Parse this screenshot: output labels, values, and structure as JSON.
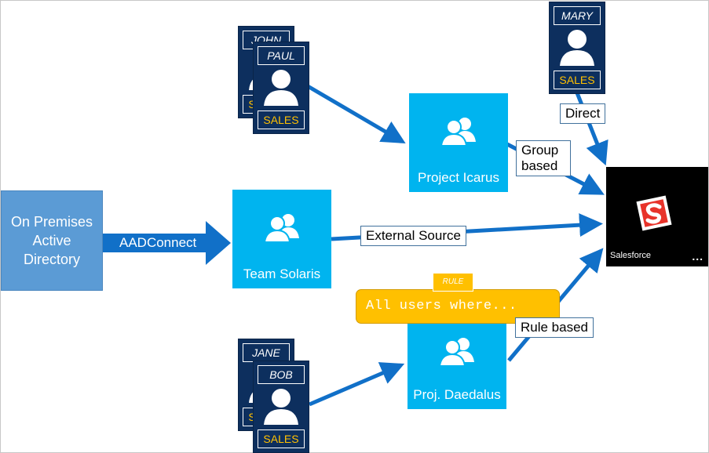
{
  "source": {
    "lines": [
      "On Premises",
      "Active",
      "Directory"
    ]
  },
  "connector_label": "AADConnect",
  "groups": {
    "team_solaris": "Team Solaris",
    "project_icarus": "Project Icarus",
    "proj_daedalus": "Proj. Daedalus"
  },
  "users": {
    "john": {
      "name": "JOHN",
      "dept": "SALES"
    },
    "paul": {
      "name": "PAUL",
      "dept": "SALES"
    },
    "mary": {
      "name": "MARY",
      "dept": "SALES"
    },
    "jane": {
      "name": "JANE",
      "dept": "SALES"
    },
    "bob": {
      "name": "BOB",
      "dept": "SALES"
    }
  },
  "labels": {
    "direct": "Direct",
    "group_based": [
      "Group",
      "based"
    ],
    "external_source": "External Source",
    "rule_based": "Rule based"
  },
  "rule": {
    "tag": "RULE",
    "text": "All users where..."
  },
  "app": {
    "name": "Salesforce",
    "more": "..."
  },
  "colors": {
    "group_blue": "#00b4ef",
    "card_navy": "#0d2f5e",
    "arrow_blue": "#1170c8",
    "rule_yellow": "#ffc000",
    "onprem_blue": "#5b9bd5"
  },
  "icons": {
    "group": "people-group-icon",
    "person": "person-icon",
    "app": "salesforce-logo-icon"
  }
}
